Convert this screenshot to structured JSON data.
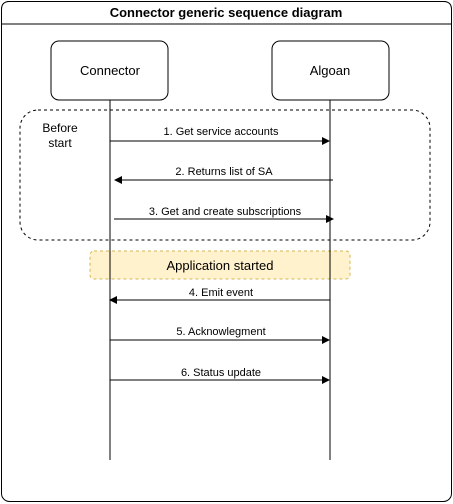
{
  "diagram": {
    "title": "Connector generic sequence diagram",
    "participants": [
      {
        "id": "connector",
        "label": "Connector"
      },
      {
        "id": "algoan",
        "label": "Algoan"
      }
    ],
    "group": {
      "label_line1": "Before",
      "label_line2": "start"
    },
    "note": {
      "label": "Application started",
      "fill": "#fff2cc",
      "stroke": "#d6b656"
    },
    "messages": [
      {
        "label": "1. Get service accounts",
        "from": "connector",
        "to": "algoan"
      },
      {
        "label": "2. Returns list of SA",
        "from": "algoan",
        "to": "connector"
      },
      {
        "label": "3. Get and create subscriptions",
        "from": "connector",
        "to": "algoan"
      },
      {
        "label": "4. Emit event",
        "from": "algoan",
        "to": "connector"
      },
      {
        "label": "5. Acknowlegment",
        "from": "connector",
        "to": "algoan"
      },
      {
        "label": "6. Status update",
        "from": "connector",
        "to": "algoan"
      }
    ]
  }
}
